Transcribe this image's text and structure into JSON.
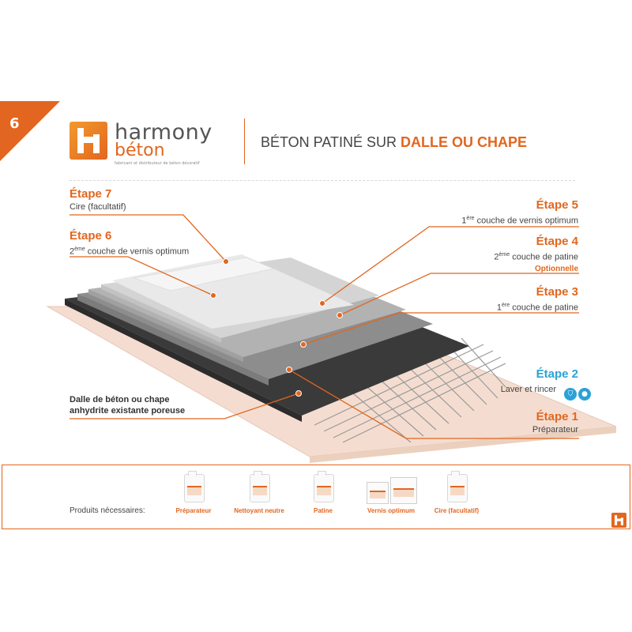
{
  "page": {
    "number": "6"
  },
  "brand": {
    "name_line1": "harmony",
    "name_line2": "béton",
    "tagline": "fabricant et distributeur de béton décoratif",
    "accent": "#e2661f",
    "blue": "#2aa2d6"
  },
  "header": {
    "title_plain": "BÉTON PATINÉ SUR ",
    "title_bold": "DALLE OU CHAPE"
  },
  "steps": {
    "s7": {
      "title": "Étape 7",
      "desc": "Cire (facultatif)"
    },
    "s6": {
      "title": "Étape 6",
      "desc_sup_base": "2",
      "desc_sup": "ème",
      "desc": " couche de vernis optimum"
    },
    "s5": {
      "title": "Étape 5",
      "desc_sup_base": "1",
      "desc_sup": "ère",
      "desc": " couche de vernis optimum"
    },
    "s4": {
      "title": "Étape 4",
      "desc_sup_base": "2",
      "desc_sup": "ème",
      "desc": " couche de patine",
      "note": "Optionnelle"
    },
    "s3": {
      "title": "Étape 3",
      "desc_sup_base": "1",
      "desc_sup": "ère",
      "desc": " couche de patine"
    },
    "s2": {
      "title": "Étape 2",
      "desc": "Laver et rincer"
    },
    "s1": {
      "title": "Étape 1",
      "desc": "Préparateur"
    }
  },
  "base": {
    "line1": "Dalle de béton ou chape",
    "line2": "anhydrite existante poreuse"
  },
  "products": {
    "lead": "Produits nécessaires:",
    "items": [
      "Préparateur",
      "Nettoyant neutre",
      "Patine",
      "Vernis optimum",
      "Cire (facultatif)"
    ]
  },
  "icons": [
    "shield-icon",
    "water-drop-icon",
    "logo-h-icon"
  ]
}
